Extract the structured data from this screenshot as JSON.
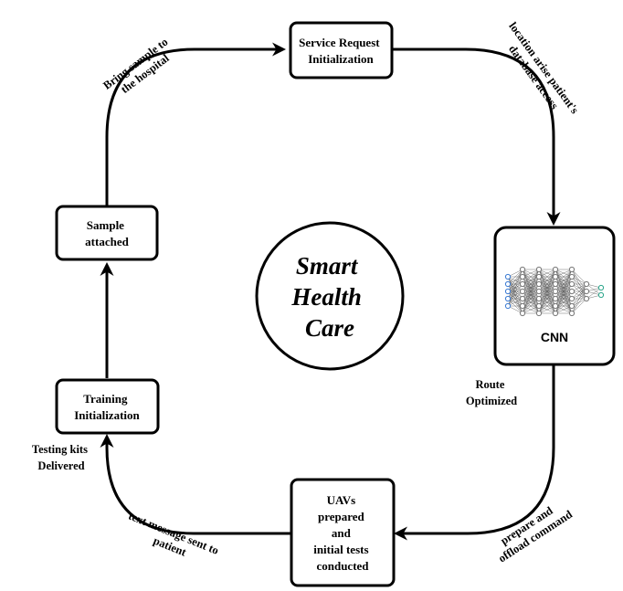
{
  "center": {
    "lines": [
      "Smart",
      "Health",
      "Care"
    ]
  },
  "nodes": {
    "service_request": {
      "lines": [
        "Service Request",
        "Initialization"
      ]
    },
    "cnn": {
      "label": "CNN"
    },
    "uavs": {
      "lines": [
        "UAVs",
        "prepared",
        "and",
        "initial tests",
        "conducted"
      ]
    },
    "training": {
      "lines": [
        "Training",
        "Initialization"
      ]
    },
    "sample": {
      "lines": [
        "Sample",
        "attached"
      ]
    }
  },
  "edges": {
    "bring_sample": {
      "lines": [
        "Bring sample to",
        "the hospital"
      ]
    },
    "location_access": {
      "lines": [
        "location arise patient's",
        "database access"
      ]
    },
    "route_optimized": {
      "lines": [
        "Route",
        "Optimized"
      ]
    },
    "prepare_offload": {
      "lines": [
        "prepare and",
        "offload command"
      ]
    },
    "text_message": {
      "lines": [
        "text message sent to",
        "patient"
      ]
    },
    "testing_kits": {
      "lines": [
        "Testing kits",
        "Delivered"
      ]
    }
  },
  "colors": {
    "stroke": "#000000",
    "node_fill": "#ffffff",
    "nn_node_blue": "#3b7bd4",
    "nn_node_green": "#2aa58a",
    "nn_node_gray": "#777777"
  }
}
